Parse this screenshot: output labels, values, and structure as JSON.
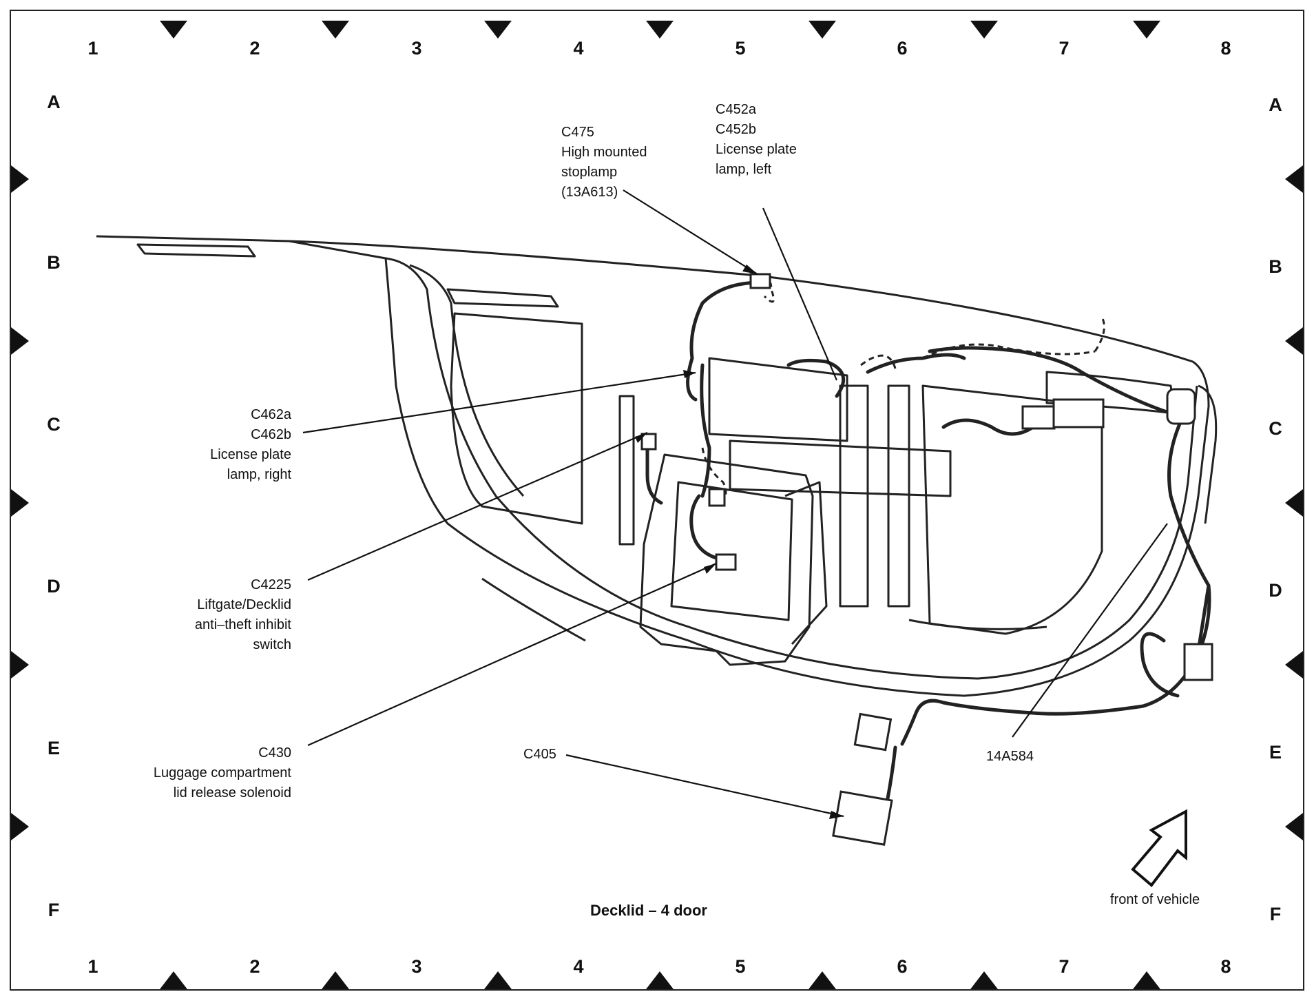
{
  "grid": {
    "columns": [
      "1",
      "2",
      "3",
      "4",
      "5",
      "6",
      "7",
      "8"
    ],
    "rows": [
      "A",
      "B",
      "C",
      "D",
      "E",
      "F"
    ]
  },
  "callouts": {
    "c475": {
      "lines": [
        "C475",
        "High mounted",
        "stoplamp",
        "(13A613)"
      ]
    },
    "c452": {
      "lines": [
        "C452a",
        "C452b",
        "License plate",
        "lamp, left"
      ]
    },
    "c462": {
      "lines": [
        "C462a",
        "C462b",
        "License plate",
        "lamp, right"
      ]
    },
    "c4225": {
      "lines": [
        "C4225",
        "Liftgate/Decklid",
        "anti–theft inhibit",
        "switch"
      ]
    },
    "c430": {
      "lines": [
        "C430",
        "Luggage compartment",
        "lid release solenoid"
      ]
    },
    "c405": {
      "lines": [
        "C405"
      ]
    },
    "harness": {
      "lines": [
        "14A584"
      ]
    },
    "front": {
      "lines": [
        "front of vehicle"
      ]
    }
  },
  "caption": "Decklid – 4 door",
  "colors": {
    "ink": "#111111",
    "paper": "#ffffff",
    "line": "#222222"
  }
}
